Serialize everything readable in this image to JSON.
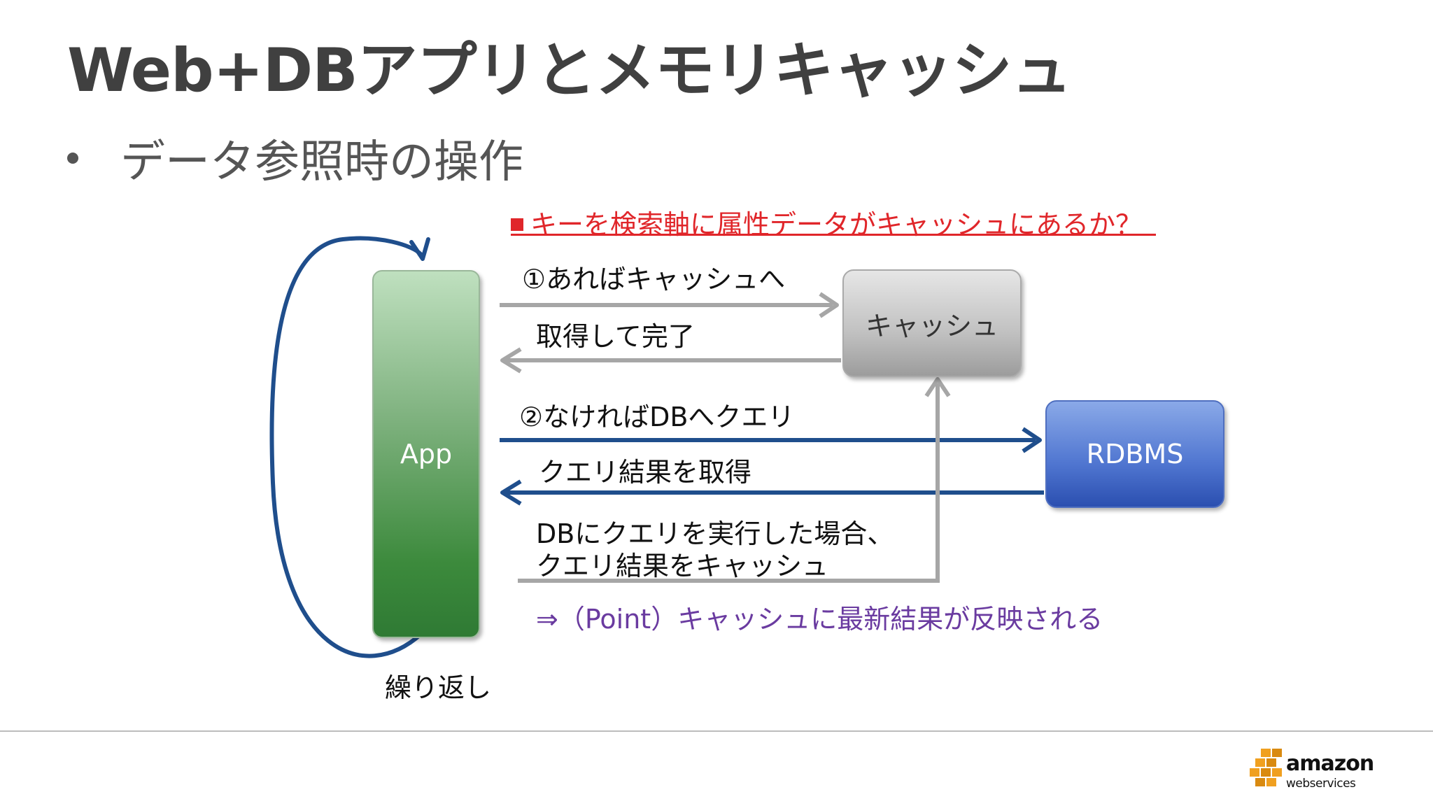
{
  "title": "Web+DBアプリとメモリキャッシュ",
  "bullet": "データ参照時の操作",
  "question": "キーを検索軸に属性データがキャッシュにあるか？",
  "nodes": {
    "app": "App",
    "cache": "キャッシュ",
    "rdbms": "RDBMS"
  },
  "edges": {
    "to_cache": "①あればキャッシュへ",
    "from_cache": "取得して完了",
    "to_db": "②なければDBへクエリ",
    "from_db": "クエリ結果を取得",
    "store_line1": "DBにクエリを実行した場合、",
    "store_line2": "クエリ結果をキャッシュ",
    "loop": "繰り返し"
  },
  "point": "⇒（Point）キャッシュに最新結果が反映される",
  "logo": {
    "main": "amazon",
    "sub": "webservices"
  },
  "colors": {
    "question": "#e0262a",
    "point": "#6a3ba0",
    "db_arrows": "#1f4e8c",
    "cache_arrows": "#a6a6a6"
  }
}
